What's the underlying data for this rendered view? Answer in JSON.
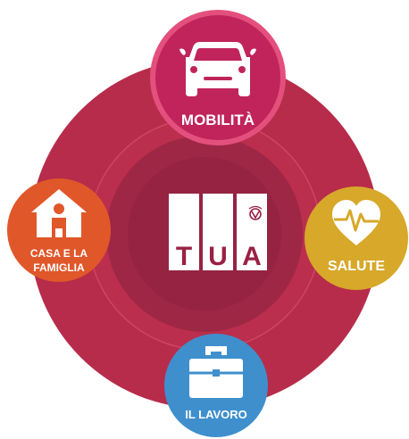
{
  "colors": {
    "outer_ring": "#b72c4a",
    "mid_ring": "#c23554",
    "inner_disc": "#9e2745",
    "core_disc": "#8f2040",
    "mobilita": "#c0245a",
    "mobilita_border": "#e4507d",
    "casa": "#e0572a",
    "salute": "#d7a82a",
    "lavoro": "#3f8fcd",
    "logo_letters": "#9b2045"
  },
  "center_logo": {
    "letters": [
      "T",
      "U",
      "A"
    ]
  },
  "nodes": [
    {
      "key": "mobilita",
      "label_lines": [
        "MOBILITÀ"
      ],
      "icon": "car-icon"
    },
    {
      "key": "casa",
      "label_lines": [
        "CASA E LA",
        "FAMIGLIA"
      ],
      "icon": "house-person-icon"
    },
    {
      "key": "salute",
      "label_lines": [
        "SALUTE"
      ],
      "icon": "heart-pulse-icon"
    },
    {
      "key": "lavoro",
      "label_lines": [
        "IL LAVORO"
      ],
      "icon": "briefcase-icon"
    }
  ]
}
